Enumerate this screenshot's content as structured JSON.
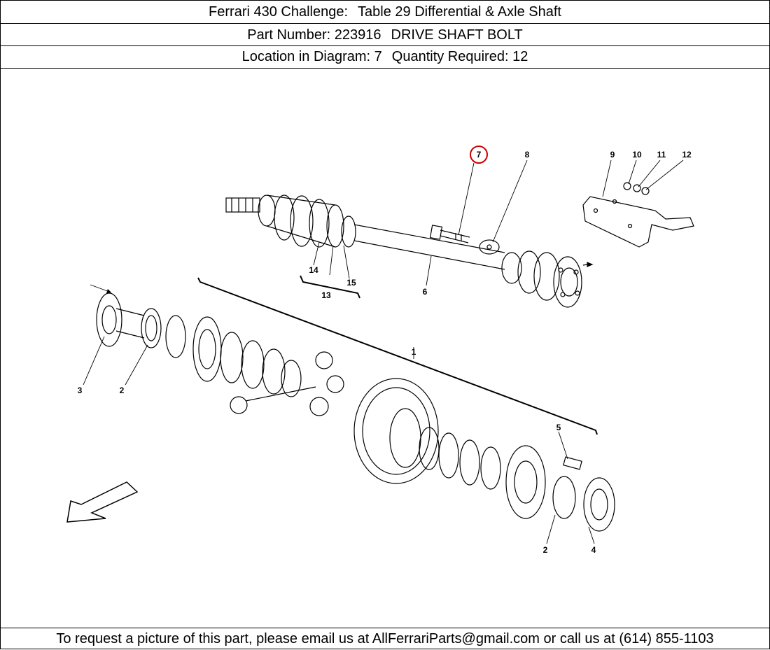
{
  "header": {
    "model": "Ferrari 430 Challenge:",
    "table": "Table 29 Differential & Axle Shaft",
    "part_number_text": "Part Number: 223916",
    "part_name": "DRIVE SHAFT BOLT",
    "location_text": "Location in Diagram: 7",
    "quantity_text": "Quantity Required: 12"
  },
  "diagram": {
    "highlight_color": "#cc0000",
    "callouts": [
      "1",
      "2",
      "2",
      "3",
      "4",
      "5",
      "6",
      "7",
      "8",
      "9",
      "10",
      "11",
      "12",
      "13",
      "14",
      "15"
    ]
  },
  "footer": {
    "text": "To request a picture of this part, please email us at AllFerrariParts@gmail.com or call us at (614) 855-1103"
  }
}
